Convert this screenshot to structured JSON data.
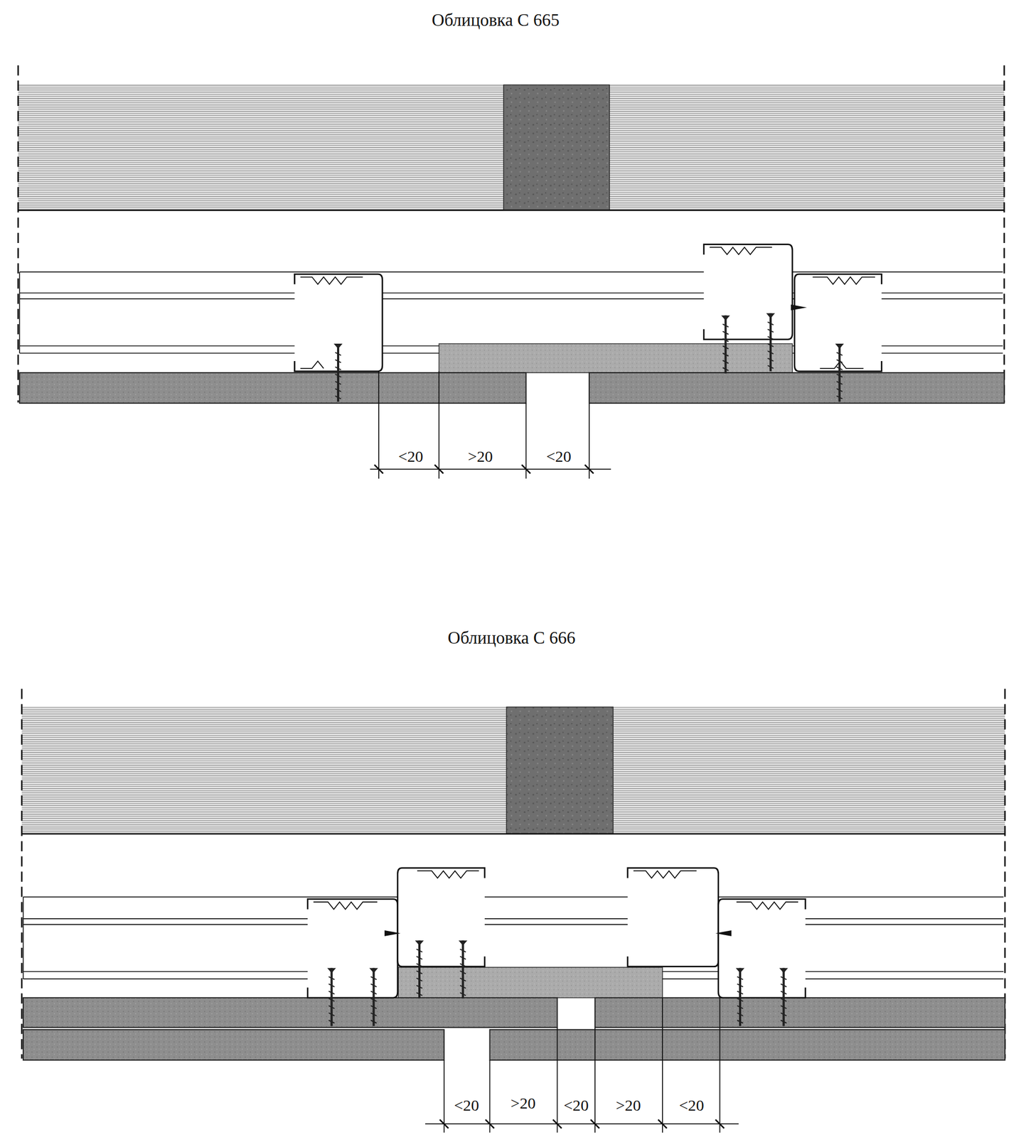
{
  "diagram": {
    "labels": [
      "Облицовка С 665",
      "<20",
      ">20",
      "<20",
      "Облицовка С 666",
      "<20",
      ">20",
      "<20",
      ">20",
      "<20"
    ]
  }
}
